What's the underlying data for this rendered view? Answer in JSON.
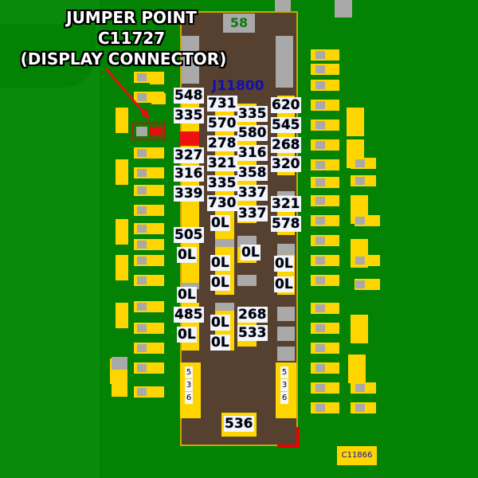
{
  "annotation": {
    "line1": "JUMPER POINT",
    "line2": "C11727",
    "line3": "(DISPLAY CONNECTOR)"
  },
  "connector": {
    "ref": "J11800",
    "top_label": "58",
    "bottom_label": "536"
  },
  "columns": {
    "left": [
      "548",
      "335",
      "327",
      "316",
      "339",
      "505",
      "0L",
      "0L",
      "485",
      "0L"
    ],
    "mid_left": [
      "731",
      "570",
      "278",
      "321",
      "335",
      "730",
      "0L",
      "0L",
      "0L",
      "0L",
      "0L"
    ],
    "mid_right": [
      "335",
      "580",
      "316",
      "358",
      "337",
      "337",
      "0L",
      "268",
      "533"
    ],
    "right": [
      "620",
      "545",
      "268",
      "320",
      "321",
      "578",
      "0L",
      "0L"
    ]
  },
  "vertical_label": "536",
  "component_ref": "C11866",
  "colors": {
    "board": "#038203",
    "connector": "#56402f",
    "pad": "#ffd500",
    "highlight": "#d01010"
  }
}
